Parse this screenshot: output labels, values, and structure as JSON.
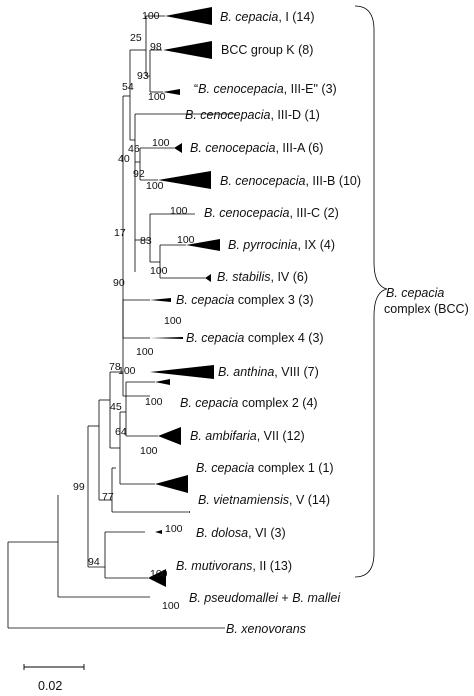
{
  "tree": {
    "colors": {
      "branch": "#000000",
      "wedge": "#000000",
      "text": "#111111"
    },
    "clades": [
      {
        "key": "bc1",
        "italic": "B. cepacia",
        "rest": ", I (14)"
      },
      {
        "key": "k",
        "italic": "",
        "rest": "BCC group K (8)"
      },
      {
        "key": "e",
        "italic": "B. cenocepacia",
        "rest": ", III-E\" (3)",
        "prefix": "“"
      },
      {
        "key": "d",
        "italic": "B. cenocepacia",
        "rest": ", III-D (1)"
      },
      {
        "key": "a",
        "italic": "B. cenocepacia",
        "rest": ", III-A (6)"
      },
      {
        "key": "b",
        "italic": "B. cenocepacia",
        "rest": ", III-B (10)"
      },
      {
        "key": "c",
        "italic": "B. cenocepacia",
        "rest": ", III-C (2)"
      },
      {
        "key": "pyr",
        "italic": "B. pyrrocinia",
        "rest": ", IX (4)"
      },
      {
        "key": "sta",
        "italic": "B. stabilis",
        "rest": ", IV (6)"
      },
      {
        "key": "c3",
        "italic": "B. cepacia",
        "rest": " complex 3 (3)"
      },
      {
        "key": "c4",
        "italic": "B. cepacia",
        "rest": " complex 4 (3)"
      },
      {
        "key": "ant",
        "italic": "B. anthina",
        "rest": ", VIII (7)"
      },
      {
        "key": "c2",
        "italic": "B. cepacia",
        "rest": " complex 2 (4)"
      },
      {
        "key": "amb",
        "italic": "B. ambifaria",
        "rest": ", VII (12)"
      },
      {
        "key": "c1",
        "italic": "B. cepacia",
        "rest": " complex 1 (1)"
      },
      {
        "key": "vie",
        "italic": "B. vietnamiensis",
        "rest": ", V (14)"
      },
      {
        "key": "dol",
        "italic": "B. dolosa",
        "rest": ", VI (3)"
      },
      {
        "key": "mut",
        "italic": "B. mutivorans",
        "rest": ", II (13)"
      },
      {
        "key": "pse",
        "italic": "B. pseudomallei",
        "rest": " + ",
        "italic2": "B. mallei"
      },
      {
        "key": "xen",
        "italic": "B. xenovorans",
        "rest": ""
      }
    ],
    "bootstrap_values": [
      "100",
      "25",
      "98",
      "93",
      "100",
      "54",
      "46",
      "100",
      "92",
      "100",
      "40",
      "100",
      "100",
      "83",
      "100",
      "17",
      "90",
      "100",
      "100",
      "78",
      "100",
      "100",
      "45",
      "64",
      "100",
      "99",
      "77",
      "100",
      "94",
      "100",
      "100"
    ],
    "group_label": {
      "italic": "B. cepacia",
      "rest": "complex (BCC)"
    },
    "scale_bar": {
      "label": "0.02"
    }
  }
}
